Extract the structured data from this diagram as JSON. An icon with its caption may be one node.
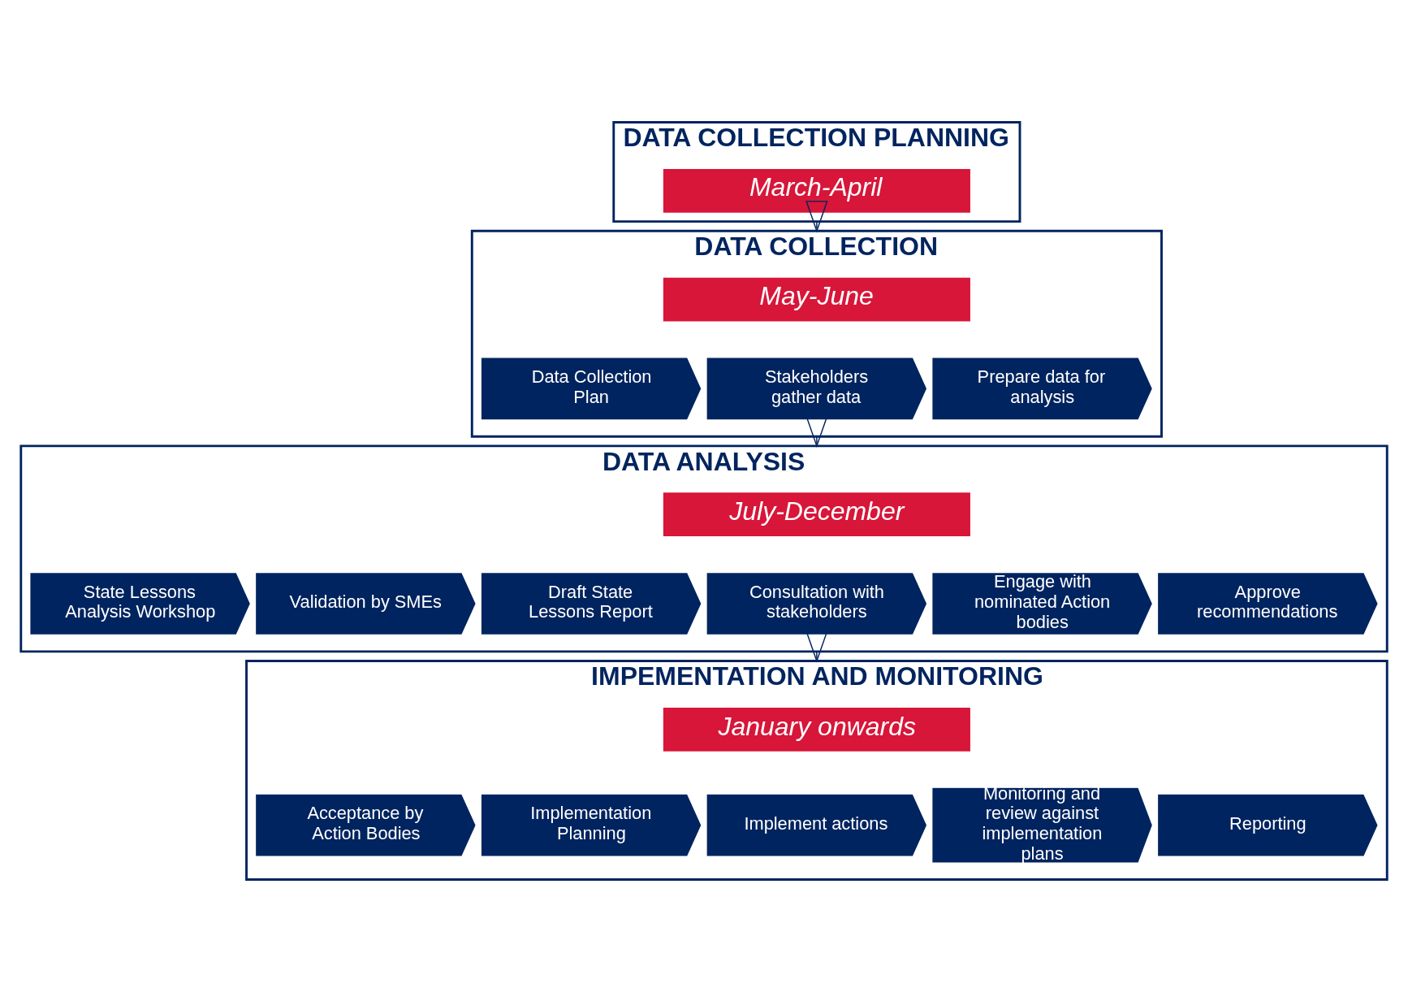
{
  "diagram": {
    "nodes": [
      {
        "text": [
          "DATA COLLECTION PLANNING"
        ]
      },
      {
        "text": [
          "March-April"
        ],
        "in": 0
      },
      {
        "text": [
          "DATA COLLECTION"
        ]
      },
      {
        "text": [
          "May-June"
        ],
        "in": 2
      },
      {
        "text": [
          "Data Collection Plan"
        ],
        "in": 2
      },
      {
        "text": [
          "Stakeholders gather data"
        ],
        "in": 2
      },
      {
        "text": [
          "Prepare data for analysis"
        ],
        "in": 2
      },
      {
        "text": [
          "DATA ANALYSIS"
        ]
      },
      {
        "text": [
          "July-December"
        ],
        "in": 7
      },
      {
        "text": [
          "State Lessons Analysis Workshop"
        ],
        "in": 7
      },
      {
        "text": [
          "Validation by SMEs"
        ],
        "in": 7
      },
      {
        "text": [
          "Draft State Lessons Report"
        ],
        "in": 7
      },
      {
        "text": [
          "Consultation with stakeholders"
        ],
        "in": 7
      },
      {
        "text": [
          "Engage with nominated Action bodies"
        ],
        "in": 7
      },
      {
        "text": [
          "Approve recommendations"
        ],
        "in": 7
      },
      {
        "text": [
          "IMPEMENTATION AND MONITORING"
        ]
      },
      {
        "text": [
          "January onwards"
        ],
        "in": 15
      },
      {
        "text": [
          "Acceptance by Action Bodies"
        ],
        "in": 15
      },
      {
        "text": [
          "Implementation Planning"
        ],
        "in": 15
      },
      {
        "text": [
          "Implement actions"
        ],
        "in": 15
      },
      {
        "text": [
          "Monitoring and review against implementation plans"
        ],
        "in": 15
      },
      {
        "text": [
          "Reporting"
        ],
        "in": 15
      }
    ],
    "edges": [
      {
        "from": 0,
        "to": 2,
        "arrow": "to"
      },
      {
        "from": 2,
        "to": 7,
        "arrow": "to"
      },
      {
        "from": 7,
        "to": 15,
        "arrow": "to"
      }
    ]
  }
}
